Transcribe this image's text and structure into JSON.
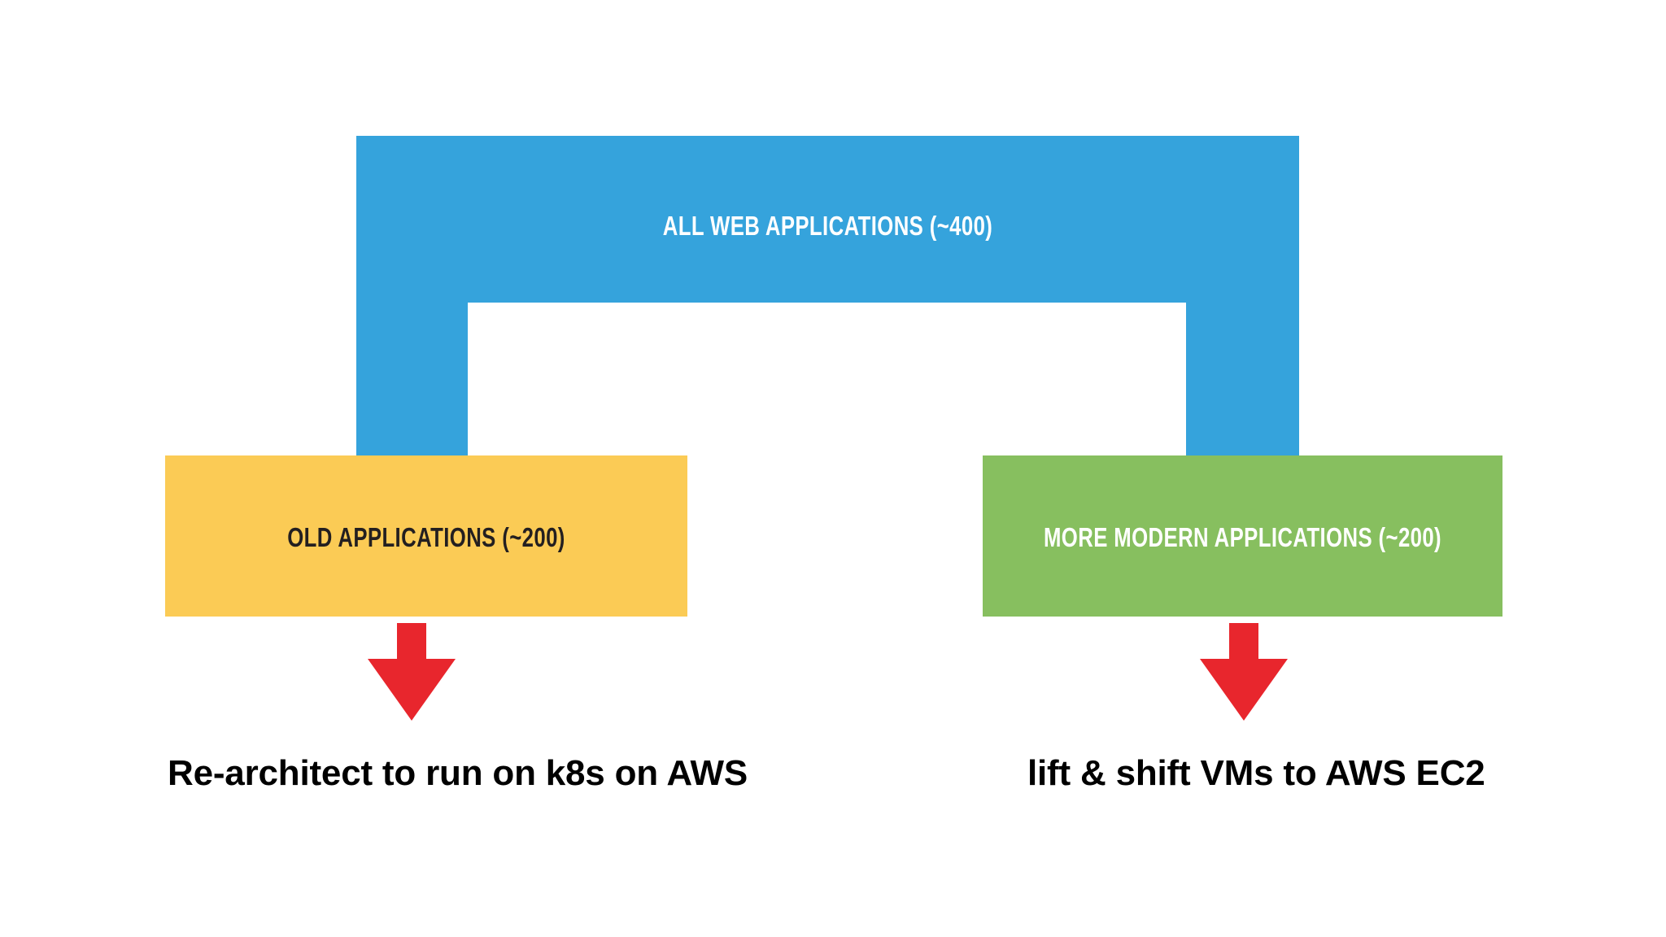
{
  "diagram": {
    "title_shape": {
      "label": "ALL WEB APPLICATIONS (~400)",
      "count": 400,
      "fill": "#35a3dc",
      "text_color": "#ffffff"
    },
    "branches": [
      {
        "id": "old",
        "label": "OLD APPLICATIONS (~200)",
        "count": 200,
        "fill": "#fbcb55",
        "text_color": "#231f20",
        "arrow": "down-arrow-icon",
        "arrow_color": "#e8262d",
        "caption": "Re-architect to run on k8s on AWS"
      },
      {
        "id": "modern",
        "label": "MORE MODERN APPLICATIONS (~200)",
        "count": 200,
        "fill": "#87bf5f",
        "text_color": "#ffffff",
        "arrow": "down-arrow-icon",
        "arrow_color": "#e8262d",
        "caption": "lift & shift VMs to AWS EC2"
      }
    ],
    "colors": {
      "blue": "#35a3dc",
      "yellow": "#fbcb55",
      "green": "#87bf5f",
      "red": "#e8262d",
      "background": "#ffffff",
      "dark_text": "#231f20"
    }
  }
}
